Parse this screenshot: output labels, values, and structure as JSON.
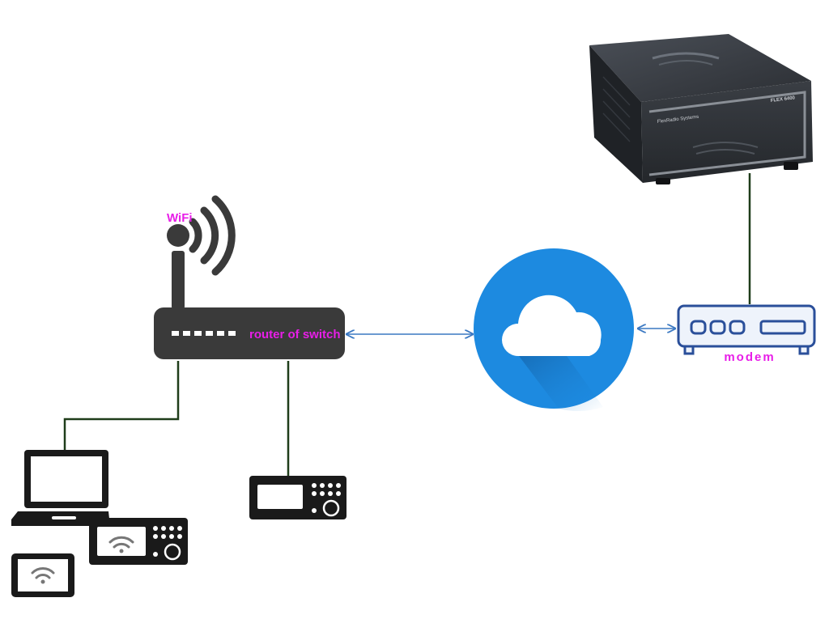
{
  "labels": {
    "wifi": "WiFi",
    "router": "router of switch",
    "modem": "modem",
    "radio_brand": "FlexRadio Systems",
    "radio_model": "FLEX 6400"
  },
  "icons": {
    "router": "router-icon",
    "wifi": "wifi-signal-icon",
    "cloud": "cloud-icon",
    "modem": "modem-icon",
    "radio": "radio-transceiver",
    "laptop": "laptop-icon",
    "tablet": "tablet-wifi-icon",
    "remote_wired": "remote-control-head-icon",
    "remote_wifi": "remote-control-head-wifi-icon"
  },
  "colors": {
    "label_magenta": "#e81ee8",
    "wired_link": "#1f3d1a",
    "network_link": "#3a78c2",
    "cloud_circle": "#1d8ae0",
    "modem_stroke": "#2a4f9a",
    "device_dark": "#3a3a3a"
  }
}
